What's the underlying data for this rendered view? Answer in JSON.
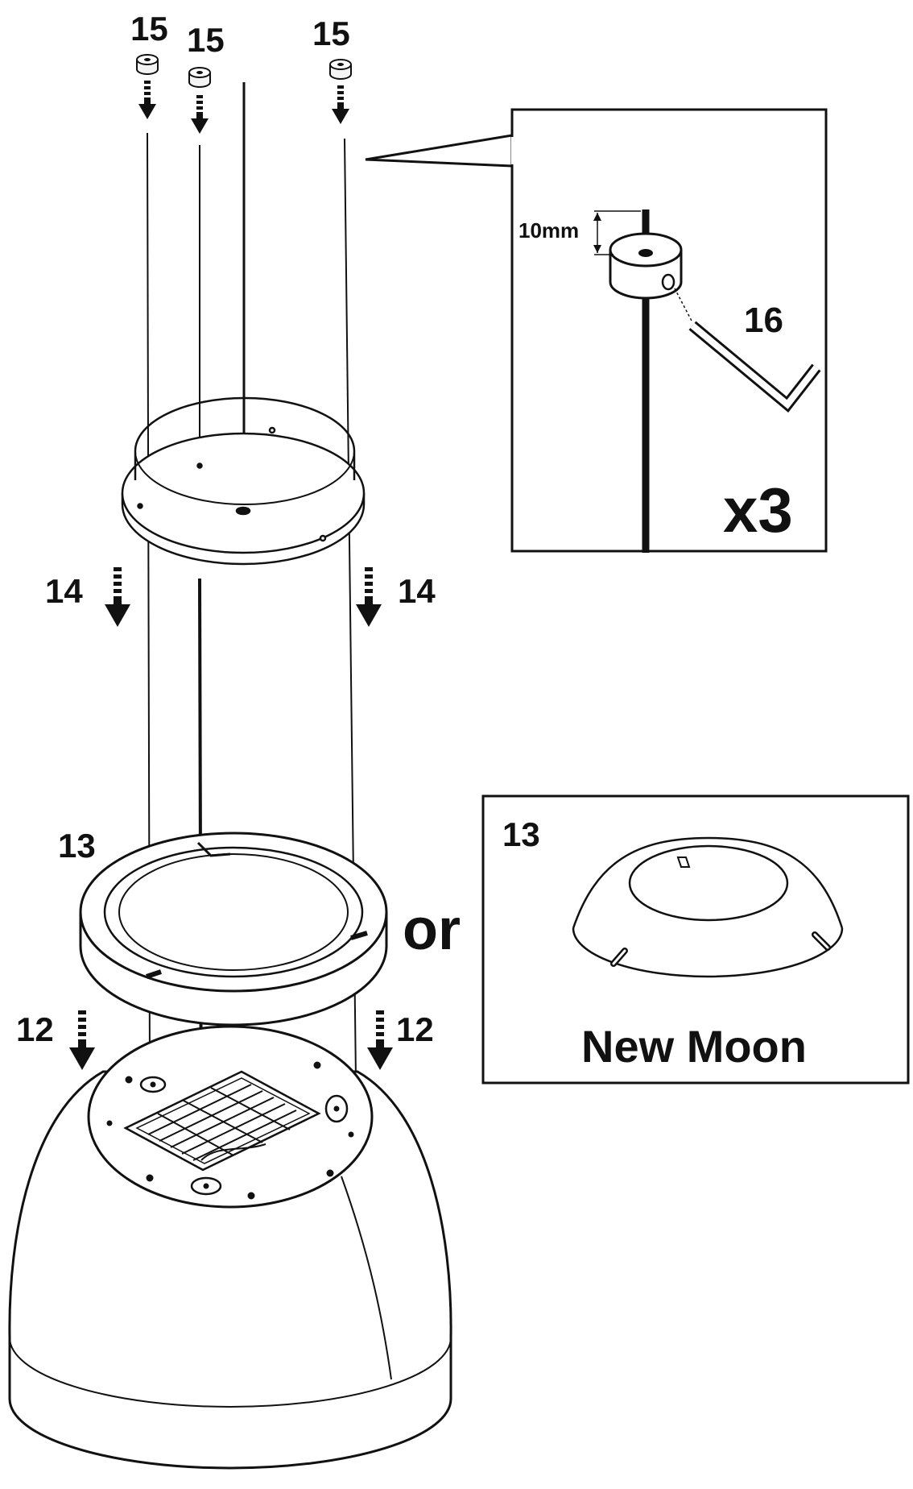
{
  "labels": {
    "part_15": "15",
    "part_14": "14",
    "part_13": "13",
    "part_12": "12",
    "part_16": "16",
    "measurement": "10mm",
    "quantity": "x3",
    "alternative": "or",
    "variant_name": "New Moon"
  },
  "colors": {
    "ink": "#111111",
    "background": "#ffffff"
  },
  "icons": [
    "set-collar",
    "down-arrow",
    "hex-key",
    "ceiling-ring",
    "shade-ring",
    "new-moon-shade",
    "dome-shade"
  ]
}
